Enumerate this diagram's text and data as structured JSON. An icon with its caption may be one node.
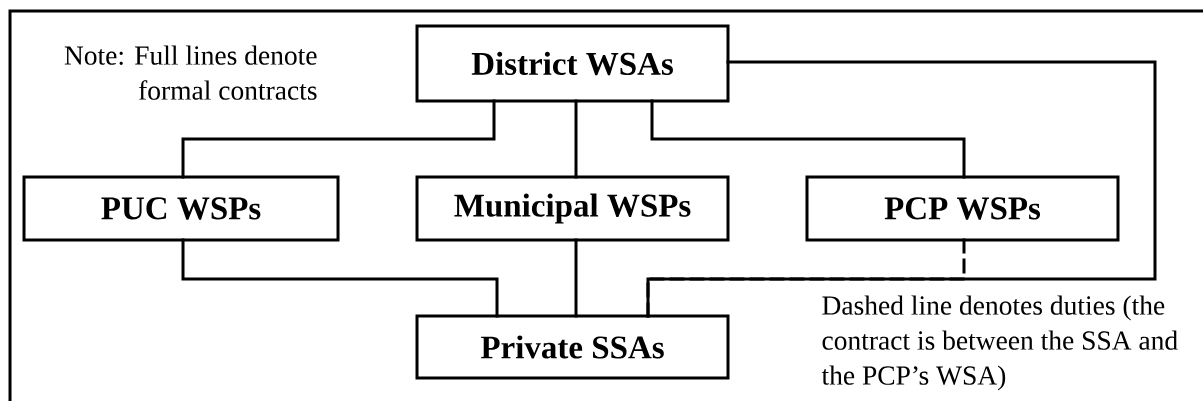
{
  "diagram": {
    "nodes": [
      {
        "text": [
          "District WSAs"
        ]
      },
      {
        "text": [
          "PUC WSPs"
        ]
      },
      {
        "text": [
          "Municipal WSPs"
        ]
      },
      {
        "text": [
          "PCP WSPs"
        ]
      },
      {
        "text": [
          "Private SSAs"
        ]
      }
    ],
    "edges": [
      {
        "from": 0,
        "to": 1,
        "arrow": "none"
      },
      {
        "from": 0,
        "to": 2,
        "arrow": "none"
      },
      {
        "from": 0,
        "to": 3,
        "arrow": "none"
      },
      {
        "from": 1,
        "to": 4,
        "arrow": "none"
      },
      {
        "from": 2,
        "to": 4,
        "arrow": "none"
      },
      {
        "from": 0,
        "to": 4,
        "arrow": "none"
      },
      {
        "from": 3,
        "to": 4,
        "arrow": "none",
        "style": "dashed"
      }
    ],
    "labels": [
      "Note: Full lines denote formal contracts",
      "Dashed line denotes duties (the contract is between the SSA and the PCP’s WSA)"
    ]
  }
}
